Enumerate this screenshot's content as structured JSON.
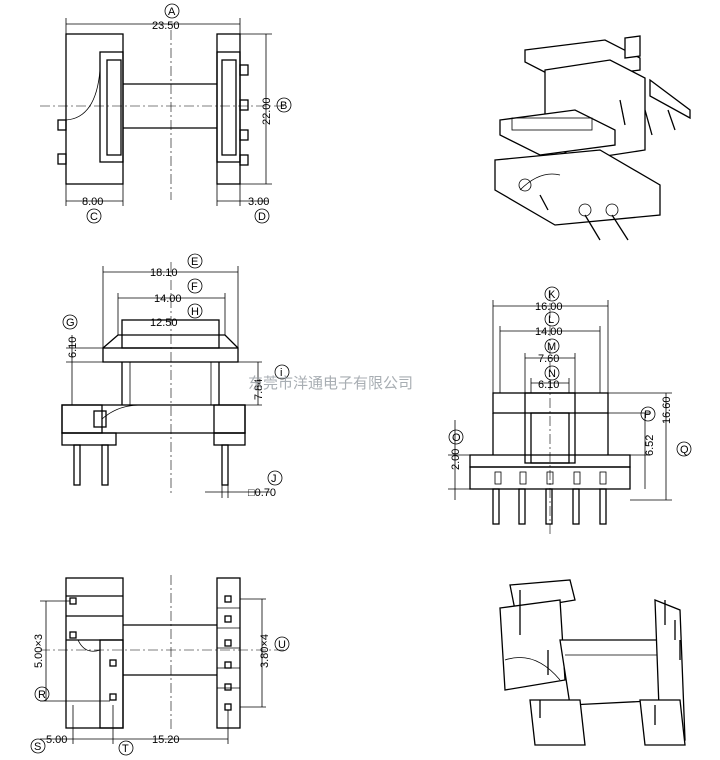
{
  "watermark": "东莞市洋通电子有限公司",
  "dims": {
    "A": "23.50",
    "B": "22.00",
    "C": "8.00",
    "D": "3.00",
    "E": "18.10",
    "F": "14.00",
    "H": "12.50",
    "G": "6.10",
    "I": "7.84",
    "J": "□0.70",
    "K": "16.00",
    "L": "14.00",
    "M": "7.60",
    "N": "6.10",
    "O": "2.00",
    "P": "6.52",
    "Q": "16.60",
    "R": "5.00×3",
    "U": "3.80×4",
    "S": "5.00",
    "T": "15.20"
  },
  "labels": {
    "A": "A",
    "B": "B",
    "C": "C",
    "D": "D",
    "E": "E",
    "F": "F",
    "G": "G",
    "H": "H",
    "I": "I",
    "J": "J",
    "K": "K",
    "L": "L",
    "M": "M",
    "N": "N",
    "O": "O",
    "P": "P",
    "Q": "Q",
    "R": "R",
    "S": "S",
    "T": "T",
    "U": "U"
  }
}
